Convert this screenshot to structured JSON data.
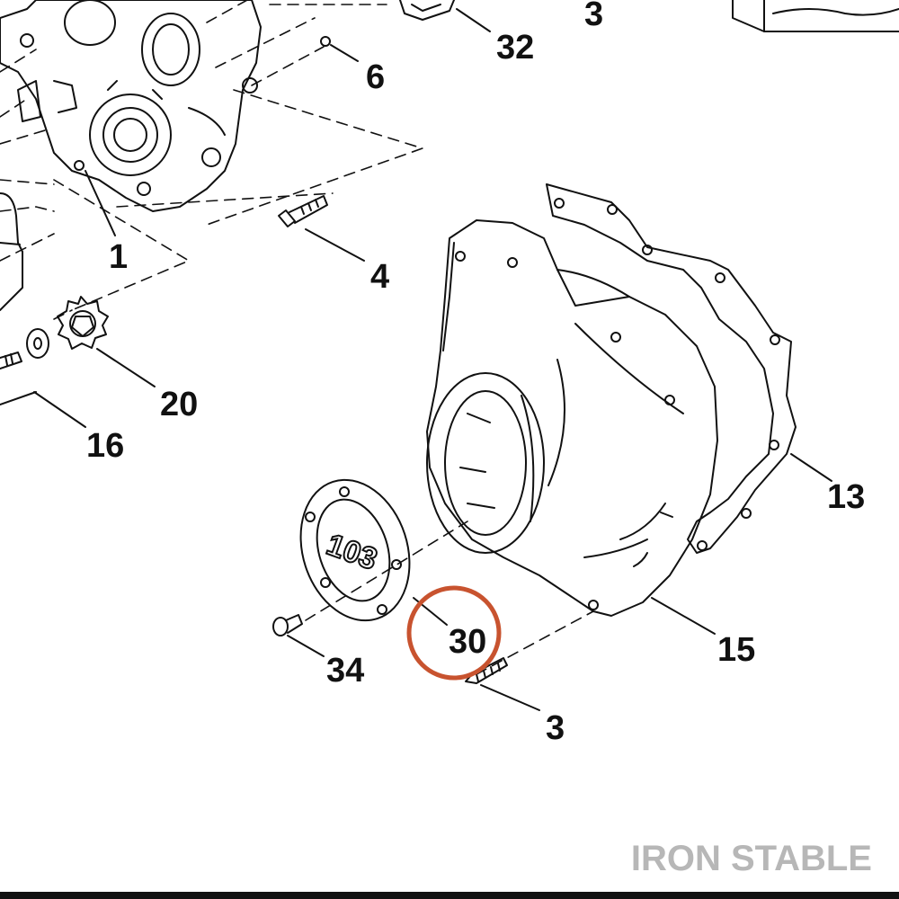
{
  "diagram": {
    "callouts": {
      "c32": "32",
      "c3_top": "3",
      "c6": "6",
      "c1": "1",
      "c4": "4",
      "c20": "20",
      "c16": "16",
      "c13": "13",
      "c15": "15",
      "c30": "30",
      "c34": "34",
      "c3_bottom": "3"
    },
    "badge_text": "103",
    "highlight_color": "#c8532f",
    "line_color": "#111111",
    "watermark": "IRON STABLE",
    "watermark_color": "#b7b7b7"
  }
}
